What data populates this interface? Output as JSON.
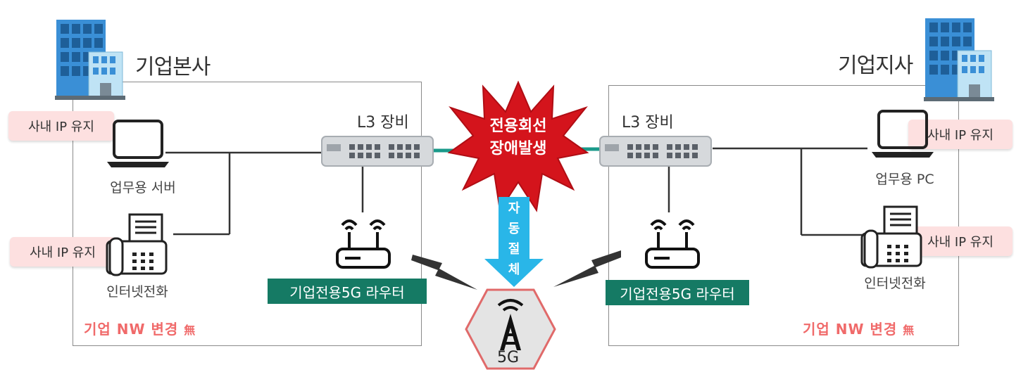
{
  "hq": {
    "title": "기업본사",
    "l3_label": "L3 장비",
    "badge_top": "사내 IP 유지",
    "badge_bottom": "사내 IP 유지",
    "device_top": "업무용 서버",
    "device_bottom": "인터넷전화",
    "router_label": "기업전용5G 라우터",
    "note": "기업 NW 변경",
    "note_suffix": "無"
  },
  "branch": {
    "title": "기업지사",
    "l3_label": "L3 장비",
    "badge_top": "사내 IP 유지",
    "badge_bottom": "사내 IP 유지",
    "device_top": "업무용 PC",
    "device_bottom": "인터넷전화",
    "router_label": "기업전용5G 라우터",
    "note": "기업 NW 변경",
    "note_suffix": "無"
  },
  "center": {
    "burst_line1": "전용회선",
    "burst_line2": "장애발생",
    "arrow_chars": [
      "자",
      "동",
      "절",
      "체"
    ],
    "network_label": "5G"
  },
  "colors": {
    "burst": "#d4141c",
    "arrow": "#29b6e8",
    "router_label_bg": "#157a64",
    "badge_bg": "#fde0e0",
    "note_text": "#f06a6a",
    "dedicated_line": "#1a9a8a",
    "hex_border": "#e06a6a"
  }
}
